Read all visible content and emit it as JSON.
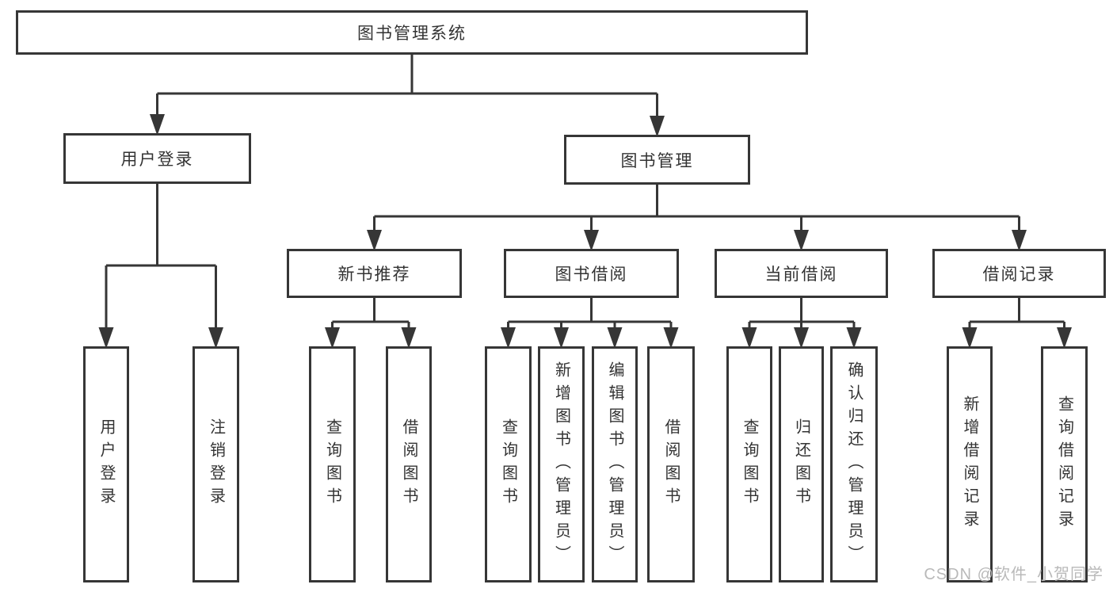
{
  "diagram": {
    "title": "图书管理系统",
    "root": {
      "label": "图书管理系统"
    },
    "level2": [
      {
        "label": "用户登录"
      },
      {
        "label": "图书管理"
      }
    ],
    "level3": [
      {
        "label": "新书推荐"
      },
      {
        "label": "图书借阅"
      },
      {
        "label": "当前借阅"
      },
      {
        "label": "借阅记录"
      }
    ],
    "leaves": {
      "user_login": [
        {
          "label": "用户登录"
        },
        {
          "label": "注销登录"
        }
      ],
      "new_books": [
        {
          "label": "查询图书"
        },
        {
          "label": "借阅图书"
        }
      ],
      "book_borrow": [
        {
          "label": "查询图书"
        },
        {
          "label": "新增图书（管理员）"
        },
        {
          "label": "编辑图书（管理员）"
        },
        {
          "label": "借阅图书"
        }
      ],
      "current_borrow": [
        {
          "label": "查询图书"
        },
        {
          "label": "归还图书"
        },
        {
          "label": "确认归还（管理员）"
        }
      ],
      "borrow_records": [
        {
          "label": "新增借阅记录"
        },
        {
          "label": "查询借阅记录"
        }
      ]
    },
    "line_color": "#363636",
    "text_color": "#333333"
  },
  "watermark": {
    "text": "CSDN @软件_小贺同学"
  }
}
